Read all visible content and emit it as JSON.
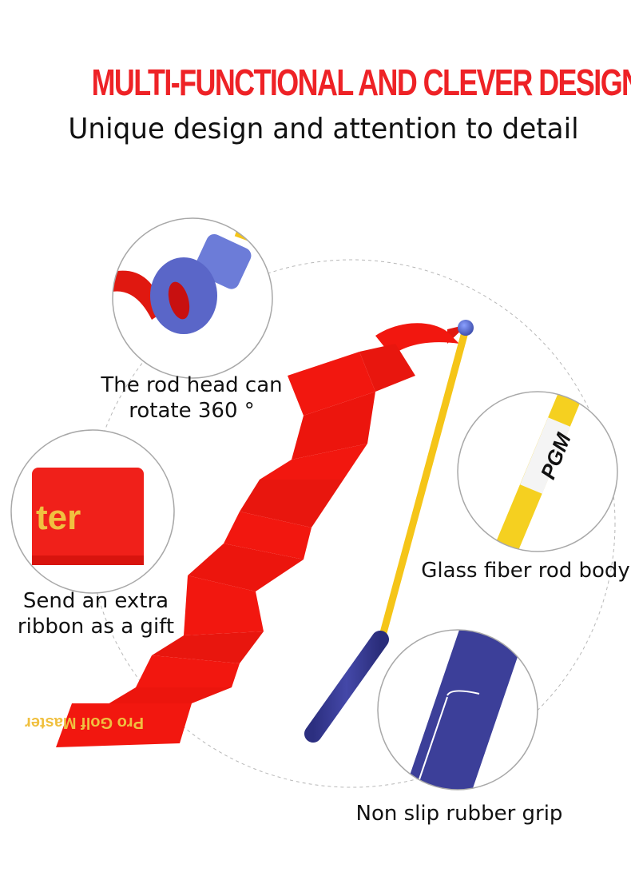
{
  "header": {
    "title": "MULTI-FUNCTIONAL AND CLEVER DESIGN",
    "subtitle": "Unique design and attention to detail"
  },
  "product": {
    "brand_logo": "PGM",
    "ribbon_text": "Pro Golf Master"
  },
  "features": [
    {
      "id": "rod-head",
      "lines": [
        "The rod head can",
        "rotate 360 °"
      ],
      "icon": "rotating-head-detail"
    },
    {
      "id": "ribbon",
      "lines": [
        "Send an extra",
        "ribbon as a gift"
      ],
      "icon": "ribbon-roll-detail"
    },
    {
      "id": "rod-body",
      "lines": [
        "Glass fiber rod body"
      ],
      "icon": "fiberglass-shaft-detail"
    },
    {
      "id": "grip",
      "lines": [
        "Non slip rubber grip"
      ],
      "icon": "rubber-grip-detail"
    }
  ],
  "ribbon_callout_text": "ter",
  "colors": {
    "title_red": "#ee2226",
    "ribbon_red": "#f2170f",
    "ribbon_text_gold": "#f0c040",
    "shaft_yellow": "#f5c518",
    "grip_blue": "#3c3f99",
    "head_blue": "#5a6ad0"
  }
}
